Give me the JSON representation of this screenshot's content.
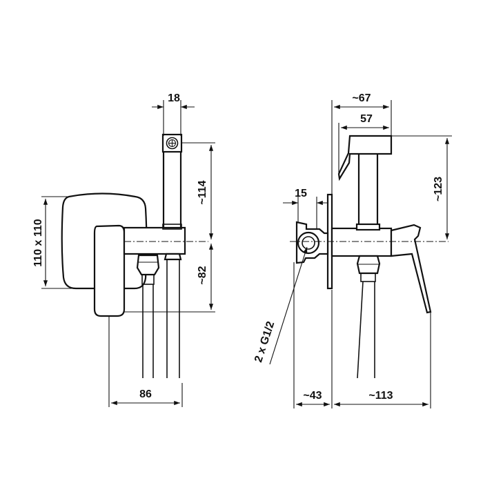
{
  "drawing": {
    "front_view": {
      "dim_plate": "110 x 110",
      "dim_handle_width": "18",
      "dim_upper_height": "~114",
      "dim_lower_height": "~82",
      "dim_total_width": "86"
    },
    "side_view": {
      "dim_outer_width": "~67",
      "dim_head_width": "57",
      "dim_height": "~123",
      "dim_connector": "15",
      "dim_connection": "2 x G1/2",
      "dim_wall_depth": "~43",
      "dim_projection": "~113"
    }
  }
}
